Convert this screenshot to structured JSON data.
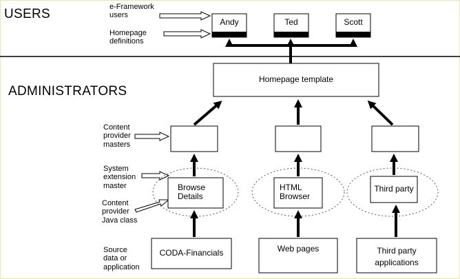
{
  "sections": {
    "users": "USERS",
    "administrators": "ADMINISTRATORS"
  },
  "annotations": {
    "eframework_users": [
      "e-Framework",
      "users"
    ],
    "homepage_definitions": [
      "Homepage",
      "definitions"
    ],
    "content_provider_masters": [
      "Content",
      "provider",
      "masters"
    ],
    "system_extension_master": [
      "System",
      "extension",
      "master"
    ],
    "content_provider_java_class": [
      "Content",
      "provider",
      "Java class"
    ],
    "source_data": [
      "Source",
      "data or",
      "application"
    ]
  },
  "users": [
    "Andy",
    "Ted",
    "Scott"
  ],
  "homepage_template": "Homepage template",
  "providers": [
    [
      "Browse",
      "Details"
    ],
    [
      "HTML",
      "Browser"
    ],
    [
      "Third party"
    ]
  ],
  "sources": [
    [
      "CODA-Financials"
    ],
    [
      "Web pages"
    ],
    [
      "Third party",
      "applications"
    ]
  ],
  "colors": {
    "frame": "#e8e6a8",
    "ink": "#000000",
    "dotted": "#555555"
  }
}
